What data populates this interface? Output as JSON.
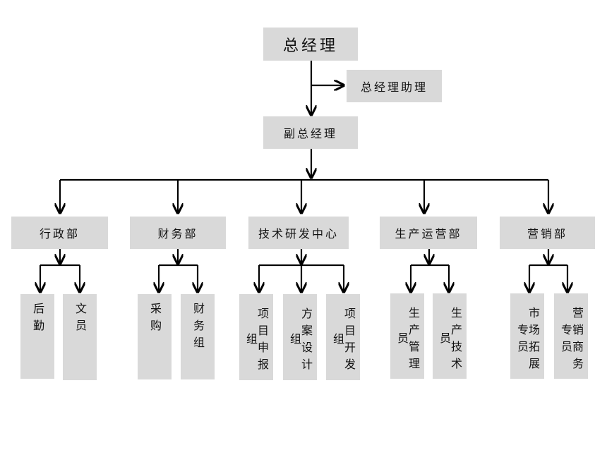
{
  "org": {
    "gm": "总经理",
    "gm_assistant": "总经理助理",
    "vgm": "副总经理",
    "departments": [
      {
        "name": "行政部",
        "children": [
          "后勤",
          "文员"
        ]
      },
      {
        "name": "财务部",
        "children": [
          "采购",
          "财务组"
        ]
      },
      {
        "name": "技术研发中心",
        "children": [
          "项目申报组",
          "方案设计组",
          "项目开发组"
        ]
      },
      {
        "name": "生产运营部",
        "children": [
          "生产管理员",
          "生产技术员"
        ]
      },
      {
        "name": "营销部",
        "children": [
          "市场拓展专员",
          "营销商务专员"
        ]
      }
    ]
  }
}
